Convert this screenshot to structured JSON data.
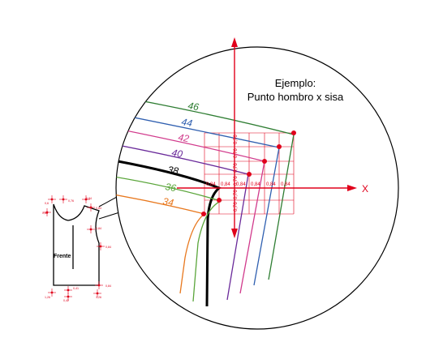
{
  "example": {
    "line1": "Ejemplo:",
    "line2": "Punto hombro x sisa"
  },
  "axis_x_label": "X",
  "front_label": "Frente",
  "sizes": [
    {
      "label": "46",
      "color": "#2e7d32"
    },
    {
      "label": "44",
      "color": "#2f5fb0"
    },
    {
      "label": "42",
      "color": "#d13a8c"
    },
    {
      "label": "40",
      "color": "#6a2a9a"
    },
    {
      "label": "38",
      "color": "#000000"
    },
    {
      "label": "36",
      "color": "#5aa53a"
    },
    {
      "label": "34",
      "color": "#e8781e"
    }
  ],
  "x_increments": [
    "0,84",
    "0,84",
    "0,84",
    "0,84",
    "0,84",
    "0,84"
  ],
  "y_increments": [
    "0,76",
    "0,76",
    "0,76",
    "0,76",
    "0,76",
    "0,76"
  ],
  "small_pattern_labels": [
    "0,6",
    "0,76",
    "0,84",
    "0,84",
    "0,84",
    "0,84",
    "0,84",
    "1,26",
    "0,41",
    "0,42",
    "1,26",
    "0,88",
    "0,88",
    "0,84",
    "0,84"
  ],
  "colors": {
    "accent": "#e0001b",
    "grid": "#e0001b"
  }
}
